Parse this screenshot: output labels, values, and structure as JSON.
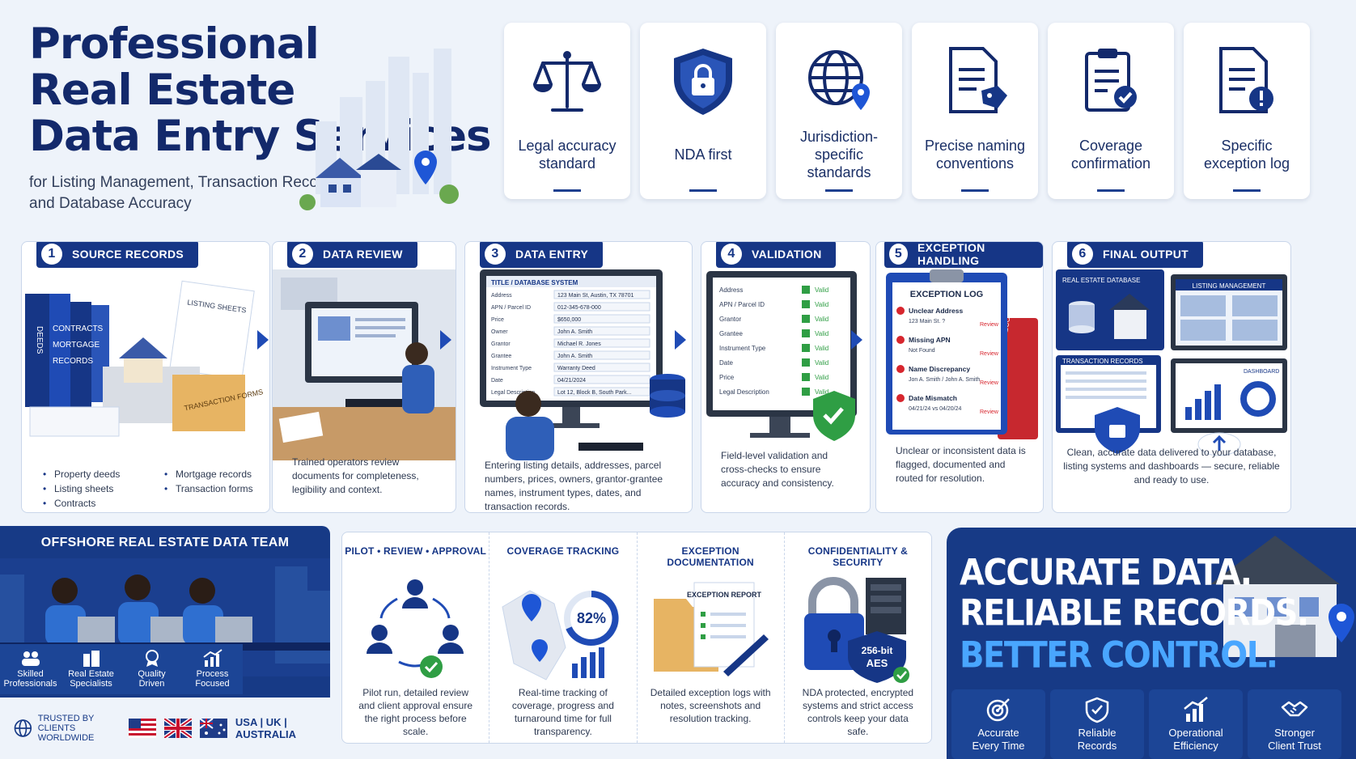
{
  "header": {
    "title_line1": "Professional",
    "title_line2": "Real Estate",
    "title_line3": "Data Entry Services",
    "subtitle_line1": "for Listing Management, Transaction Records",
    "subtitle_line2": "and Database Accuracy"
  },
  "features": [
    {
      "label": "Legal accuracy standard",
      "icon": "scales-icon"
    },
    {
      "label": "NDA first",
      "icon": "shield-lock-icon"
    },
    {
      "label": "Jurisdiction-specific standards",
      "icon": "globe-pin-icon"
    },
    {
      "label": "Precise naming conventions",
      "icon": "document-tag-icon"
    },
    {
      "label": "Coverage confirmation",
      "icon": "clipboard-check-icon"
    },
    {
      "label": "Specific exception log",
      "icon": "document-alert-icon"
    }
  ],
  "steps": [
    {
      "num": "1",
      "title": "SOURCE RECORDS",
      "bullets": [
        "Property deeds",
        "Mortgage records",
        "Listing sheets",
        "Transaction forms",
        "Contracts"
      ],
      "binders": [
        "DEEDS",
        "CONTRACTS",
        "MORTGAGE",
        "RECORDS"
      ],
      "sheet": "LISTING SHEETS",
      "box": "TRANSACTION FORMS"
    },
    {
      "num": "2",
      "title": "DATA REVIEW",
      "desc": "Trained operators review documents for completeness, legibility and context."
    },
    {
      "num": "3",
      "title": "DATA ENTRY",
      "desc": "Entering listing details, addresses, parcel numbers, prices, owners, grantor-grantee names, instrument types, dates, and transaction records.",
      "screen_title": "TITLE / DATABASE SYSTEM",
      "fields": [
        {
          "k": "Address",
          "v": "123 Main St, Austin, TX 78701"
        },
        {
          "k": "APN / Parcel ID",
          "v": "012-345-678-000"
        },
        {
          "k": "Price",
          "v": "$650,000"
        },
        {
          "k": "Owner",
          "v": "John A. Smith"
        },
        {
          "k": "Grantor",
          "v": "Michael R. Jones"
        },
        {
          "k": "Grantee",
          "v": "John A. Smith"
        },
        {
          "k": "Instrument Type",
          "v": "Warranty Deed"
        },
        {
          "k": "Date",
          "v": "04/21/2024"
        },
        {
          "k": "Legal Description",
          "v": "Lot 12, Block B, South Park..."
        }
      ]
    },
    {
      "num": "4",
      "title": "VALIDATION",
      "desc": "Field-level validation and cross-checks to ensure accuracy and consistency.",
      "fields": [
        "Address",
        "APN / Parcel ID",
        "Grantor",
        "Grantee",
        "Instrument Type",
        "Date",
        "Price",
        "Legal Description"
      ],
      "status": "Valid"
    },
    {
      "num": "5",
      "title": "EXCEPTION HANDLING",
      "desc": "Unclear or inconsistent data is flagged, documented and routed for resolution.",
      "log_title": "EXCEPTION LOG",
      "items": [
        {
          "t": "Unclear Address",
          "d": "123 Main St. ?"
        },
        {
          "t": "Missing APN",
          "d": "Not Found"
        },
        {
          "t": "Name Discrepancy",
          "d": "Jon A. Smith / John A. Smith"
        },
        {
          "t": "Date Mismatch",
          "d": "04/21/24 vs 04/20/24"
        }
      ],
      "review": "Review",
      "binder": "FLAGGED RECORDS"
    },
    {
      "num": "6",
      "title": "FINAL OUTPUT",
      "desc": "Clean, accurate data delivered to your database, listing systems and dashboards — secure, reliable and ready to use.",
      "panels": [
        "REAL ESTATE DATABASE",
        "LISTING MANAGEMENT",
        "TRANSACTION RECORDS",
        "DASHBOARD"
      ]
    }
  ],
  "team": {
    "title": "OFFSHORE REAL ESTATE DATA TEAM",
    "perks": [
      {
        "l1": "Skilled",
        "l2": "Professionals"
      },
      {
        "l1": "Real Estate",
        "l2": "Specialists"
      },
      {
        "l1": "Quality",
        "l2": "Driven"
      },
      {
        "l1": "Process",
        "l2": "Focused"
      }
    ],
    "trusted_l1": "TRUSTED BY",
    "trusted_l2": "CLIENTS WORLDWIDE",
    "locations": "USA | UK | AUSTRALIA"
  },
  "pillars": [
    {
      "title": "PILOT • REVIEW • APPROVAL",
      "desc": "Pilot run, detailed review and client approval ensure the right process before scale."
    },
    {
      "title": "COVERAGE TRACKING",
      "desc": "Real-time tracking of coverage, progress and turnaround time for full transparency.",
      "pct": "82%"
    },
    {
      "title": "EXCEPTION DOCUMENTATION",
      "desc": "Detailed exception logs with notes, screenshots and resolution tracking.",
      "doc": "EXCEPTION REPORT"
    },
    {
      "title": "CONFIDENTIALITY & SECURITY",
      "desc": "NDA protected, encrypted systems and strict access controls keep your data safe.",
      "badge_l1": "256-bit",
      "badge_l2": "AES"
    }
  ],
  "promo": {
    "line1": "ACCURATE DATA.",
    "line2": "RELIABLE RECORDS.",
    "line3": "BETTER CONTROL.",
    "benefits": [
      {
        "l1": "Accurate",
        "l2": "Every Time"
      },
      {
        "l1": "Reliable",
        "l2": "Records"
      },
      {
        "l1": "Operational",
        "l2": "Efficiency"
      },
      {
        "l1": "Stronger",
        "l2": "Client Trust"
      }
    ]
  },
  "colors": {
    "navy": "#13296b",
    "brand_blue": "#163686",
    "accent": "#49a6ff",
    "valid_green": "#2f9e44",
    "alert_red": "#d7262e"
  }
}
